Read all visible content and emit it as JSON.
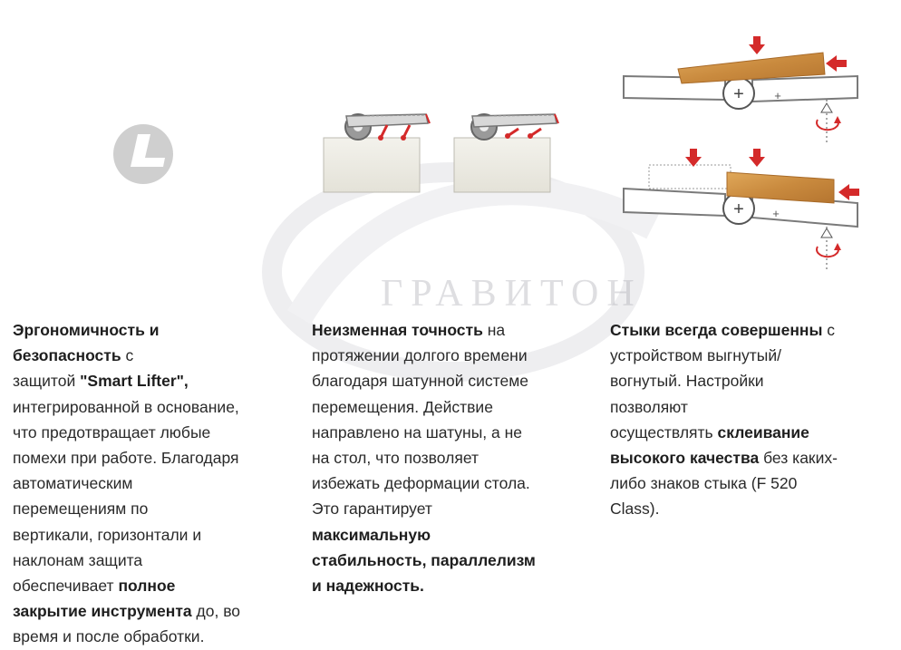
{
  "watermark": {
    "text": "ГРАВИТОН"
  },
  "columns": [
    {
      "id": "ergonomics",
      "lines": [
        [
          {
            "t": "Эргономичность и",
            "b": true
          }
        ],
        [
          {
            "t": "безопасность",
            "b": true
          },
          {
            "t": " с",
            "b": false
          }
        ],
        [
          {
            "t": "защитой ",
            "b": false
          },
          {
            "t": "\"Smart Lifter\",",
            "b": true
          }
        ],
        [
          {
            "t": "интегрированной в основание,",
            "b": false
          }
        ],
        [
          {
            "t": "что предотвращает любые",
            "b": false
          }
        ],
        [
          {
            "t": "помехи при работе. Благодаря",
            "b": false
          }
        ],
        [
          {
            "t": "автоматическим",
            "b": false
          }
        ],
        [
          {
            "t": "перемещениям по",
            "b": false
          }
        ],
        [
          {
            "t": "вертикали, горизонтали и",
            "b": false
          }
        ],
        [
          {
            "t": "наклонам защита",
            "b": false
          }
        ],
        [
          {
            "t": "обеспечивает ",
            "b": false
          },
          {
            "t": "полное",
            "b": true
          }
        ],
        [
          {
            "t": "закрытие инструмента",
            "b": true
          },
          {
            "t": " до, во",
            "b": false
          }
        ],
        [
          {
            "t": "время и после обработки.",
            "b": false
          }
        ]
      ]
    },
    {
      "id": "precision",
      "lines": [
        [
          {
            "t": "Неизменная точность",
            "b": true
          },
          {
            "t": " на",
            "b": false
          }
        ],
        [
          {
            "t": "протяжении долгого времени",
            "b": false
          }
        ],
        [
          {
            "t": "благодаря шатунной системе",
            "b": false
          }
        ],
        [
          {
            "t": "перемещения. Действие",
            "b": false
          }
        ],
        [
          {
            "t": "направлено на шатуны, а не",
            "b": false
          }
        ],
        [
          {
            "t": "на стол, что позволяет",
            "b": false
          }
        ],
        [
          {
            "t": "избежать деформации стола.",
            "b": false
          }
        ],
        [
          {
            "t": "Это гарантирует",
            "b": false
          }
        ],
        [
          {
            "t": "максимальную",
            "b": true
          }
        ],
        [
          {
            "t": "стабильность, параллелизм",
            "b": true
          }
        ],
        [
          {
            "t": "и надежность.",
            "b": true
          }
        ]
      ]
    },
    {
      "id": "joints",
      "lines": [
        [
          {
            "t": "Стыки всегда совершенны",
            "b": true
          },
          {
            "t": " с",
            "b": false
          }
        ],
        [
          {
            "t": "устройством выгнутый/",
            "b": false
          }
        ],
        [
          {
            "t": "вогнутый. Настройки",
            "b": false
          }
        ],
        [
          {
            "t": "позволяют",
            "b": false
          }
        ],
        [
          {
            "t": "осуществлять ",
            "b": false
          },
          {
            "t": "склеивание",
            "b": true
          }
        ],
        [
          {
            "t": "высокого качества",
            "b": true
          },
          {
            "t": " без каких-",
            "b": false
          }
        ],
        [
          {
            "t": "либо знаков стыка (F 520",
            "b": false
          }
        ],
        [
          {
            "t": "Class).",
            "b": false
          }
        ]
      ]
    }
  ],
  "colors": {
    "arrow": "#d42a2a",
    "wood": "#c98a3e",
    "grey": "#c8c8c8"
  },
  "icons": [
    "smart-lifter-logo-icon",
    "guard-diagram-icon",
    "convex-table-diagram-icon",
    "concave-table-diagram-icon"
  ]
}
